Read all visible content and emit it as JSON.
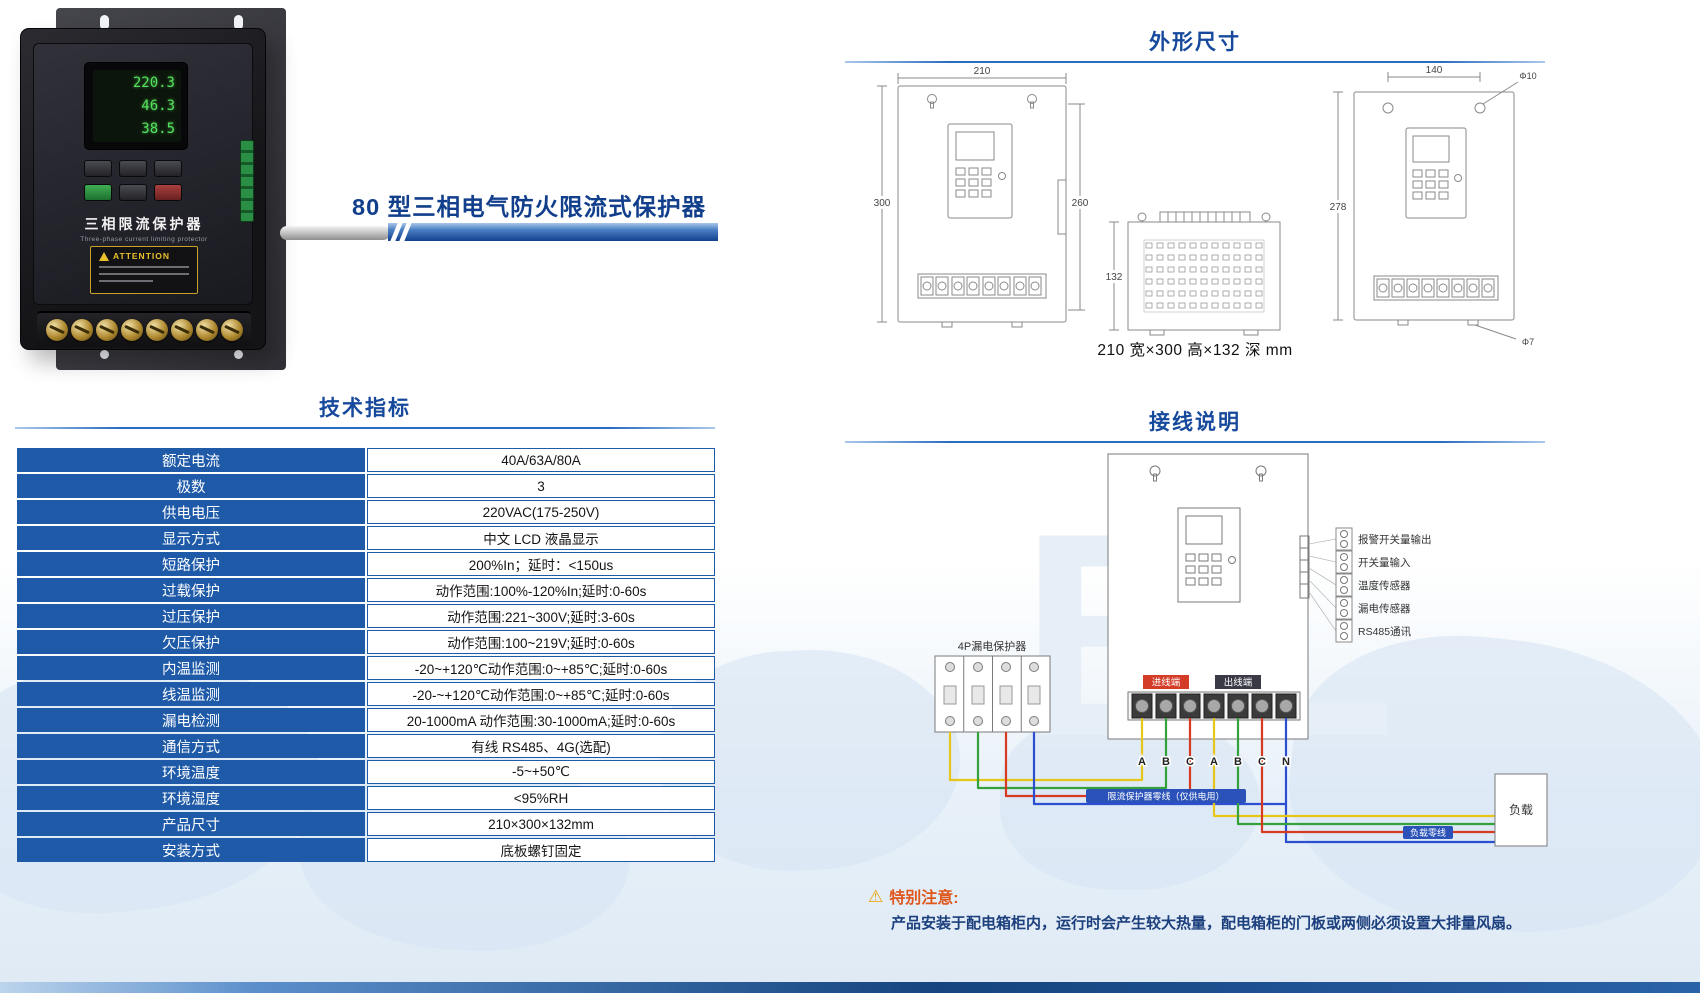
{
  "product": {
    "title": "80 型三相电气防火限流式保护器",
    "photo": {
      "brand_label": "三相限流保护器",
      "brand_sub": "Three-phase current limiting protector",
      "attention": "ATTENTION",
      "lcd_lines": [
        "220.3",
        "46.3",
        "38.5"
      ]
    }
  },
  "sections": {
    "dimensions": "外形尺寸",
    "specs": "技术指标",
    "wiring": "接线说明"
  },
  "dimensions": {
    "front": {
      "width": "210",
      "height": "300",
      "hole_span": "260"
    },
    "side": {
      "depth": "132"
    },
    "back": {
      "width": "140",
      "hole_top": "Φ10",
      "height": "278",
      "hole_bottom": "Φ7"
    },
    "caption": "210 宽×300 高×132 深 mm"
  },
  "specs": {
    "rows": [
      {
        "label": "额定电流",
        "value": "40A/63A/80A"
      },
      {
        "label": "极数",
        "value": "3"
      },
      {
        "label": "供电电压",
        "value": "220VAC(175-250V)"
      },
      {
        "label": "显示方式",
        "value": "中文 LCD 液晶显示"
      },
      {
        "label": "短路保护",
        "value": "200%In；延时：<150us"
      },
      {
        "label": "过载保护",
        "value": "动作范围:100%-120%In;延时:0-60s"
      },
      {
        "label": "过压保护",
        "value": "动作范围:221~300V;延时:3-60s"
      },
      {
        "label": "欠压保护",
        "value": "动作范围:100~219V;延时:0-60s"
      },
      {
        "label": "内温监测",
        "value": "-20~+120℃动作范围:0~+85℃;延时:0-60s"
      },
      {
        "label": "线温监测",
        "value": "-20-~+120℃动作范围:0~+85℃;延时:0-60s"
      },
      {
        "label": "漏电检测",
        "value": "20-1000mA 动作范围:30-1000mA;延时:0-60s"
      },
      {
        "label": "通信方式",
        "value": "有线 RS485、4G(选配)"
      },
      {
        "label": "环境温度",
        "value": "-5~+50℃"
      },
      {
        "label": "环境湿度",
        "value": "<95%RH"
      },
      {
        "label": "产品尺寸",
        "value": "210×300×132mm"
      },
      {
        "label": "安装方式",
        "value": "底板螺钉固定"
      }
    ]
  },
  "wiring": {
    "breaker_label": "4P漏电保护器",
    "inlet_label": "进线端",
    "outlet_label": "出线端",
    "terminals": [
      "A",
      "B",
      "C",
      "A",
      "B",
      "C",
      "N"
    ],
    "io_labels": [
      "报警开关量输出",
      "开关量输入",
      "温度传感器",
      "漏电传感器",
      "RS485通讯"
    ],
    "neutral_label": "限流保护器零线（仅供电用）",
    "load_neutral_label": "负载零线",
    "load_label": "负载",
    "warning_title": "特别注意:",
    "warning_text": "产品安装于配电箱柜内，运行时会产生较大热量，配电箱柜的门板或两侧必须设置大排量风扇。"
  },
  "watermark": "BL",
  "colors": {
    "accent_blue": "#16499c",
    "table_blue": "#1e5aa8",
    "wire_yellow": "#e6c619",
    "wire_green": "#35a13a",
    "wire_red": "#d63b22",
    "wire_blue": "#2c4fd0",
    "warning_orange": "#e0571c"
  }
}
